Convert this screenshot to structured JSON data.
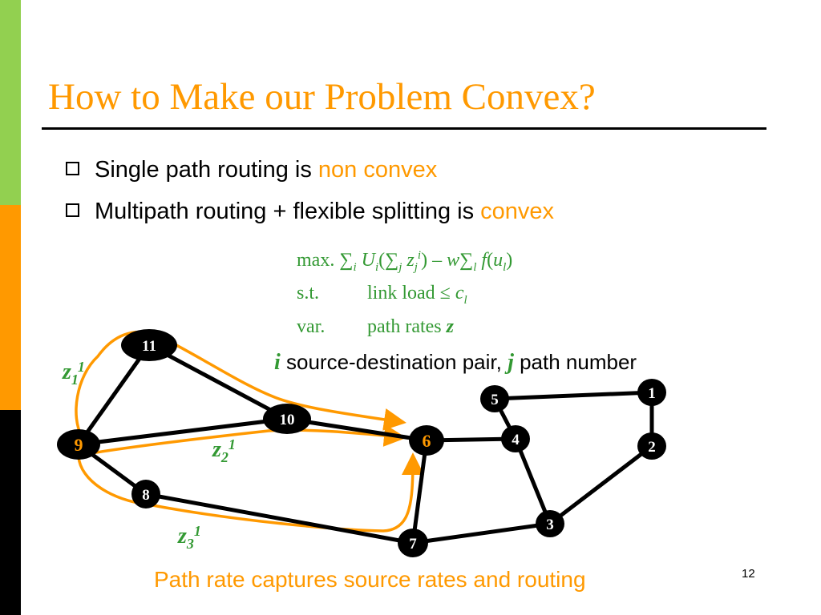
{
  "title": "How to Make our Problem Convex?",
  "bullets": [
    {
      "text": "Single path routing is ",
      "highlight": "non convex"
    },
    {
      "text": "Multipath routing + flexible splitting is ",
      "highlight": "convex"
    }
  ],
  "optimization": {
    "objective_label": "max.",
    "constraint_label": "s.t.",
    "constraint_text": "link load ≤",
    "variable_label": "var.",
    "variable_text": "path rates"
  },
  "legend": {
    "i_text": "source-destination pair,",
    "j_text": "path number"
  },
  "nodes": {
    "n1": "1",
    "n2": "2",
    "n3": "3",
    "n4": "4",
    "n5": "5",
    "n6": "6",
    "n7": "7",
    "n8": "8",
    "n9": "9",
    "n10": "10",
    "n11": "11"
  },
  "path_labels": {
    "p1": {
      "base": "z",
      "sub": "1",
      "sup": "1"
    },
    "p2": {
      "base": "z",
      "sub": "2",
      "sup": "1"
    },
    "p3": {
      "base": "z",
      "sub": "3",
      "sup": "1"
    }
  },
  "colors": {
    "accent": "#ff9900",
    "formula": "#339933",
    "node_fill": "#000000",
    "bar_green": "#92d050"
  },
  "footer": "Path rate captures source rates and routing",
  "page_number": "12"
}
